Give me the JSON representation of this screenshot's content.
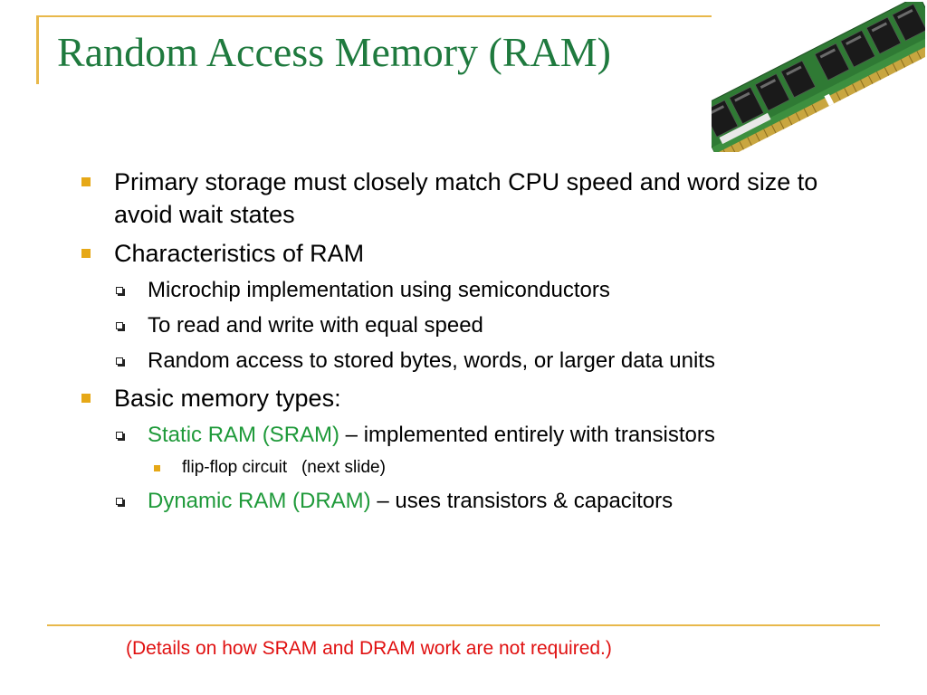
{
  "slide": {
    "title": "Random Access Memory (RAM)",
    "bullets": [
      {
        "text": "Primary storage must closely match CPU speed and word size to avoid wait states"
      },
      {
        "text": "Characteristics of RAM",
        "sub": [
          "Microchip implementation using semiconductors",
          "To read and write with equal speed",
          "Random access to stored bytes, words, or larger data units"
        ]
      },
      {
        "text": "Basic memory types:",
        "sub": [
          {
            "highlight": "Static RAM (SRAM)",
            "rest": " – implemented entirely with transistors",
            "sub": [
              "flip-flop circuit   (next slide)"
            ]
          },
          {
            "highlight": "Dynamic RAM (DRAM)",
            "rest": " – uses transistors & capacitors"
          }
        ]
      }
    ],
    "footer_note": "(Details on how SRAM and DRAM work are not required.)"
  },
  "colors": {
    "title": "#1f7a3e",
    "accent_bar": "#e8b84a",
    "bullet": "#e6a817",
    "highlight_text": "#1f9a3a",
    "footer_note": "#e01010"
  },
  "icons": {
    "ram_image": "ram-memory-module-image",
    "level1_bullet": "square-bullet",
    "level2_bullet": "hollow-square-bullet",
    "level3_bullet": "small-square-bullet"
  }
}
